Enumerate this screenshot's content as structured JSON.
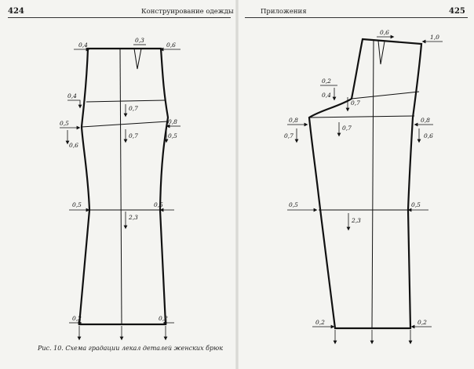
{
  "left_page": {
    "page_number": "424",
    "running_head": "Конструирование одежды",
    "caption": "Рис. 10. Схема градации лекал деталей женских брюк",
    "labels": {
      "top_left": "0,4",
      "top_mid": "0,3",
      "top_right": "0,6",
      "hip_left": "0,4",
      "hip_center": "0,7",
      "crotch_left_a": "0,5",
      "crotch_left_b": "0,6",
      "crotch_center": "0,7",
      "crotch_right_a": "0,8",
      "crotch_right_b": "0,5",
      "knee_left": "0,5",
      "knee_center": "2,3",
      "knee_right": "0,5",
      "hem_left": "0,2",
      "hem_right": "0,2"
    }
  },
  "right_page": {
    "page_number": "425",
    "running_head": "Приложения",
    "labels": {
      "top_mid": "0,6",
      "top_right": "1,0",
      "waist_left_a": "0,2",
      "waist_left_b": "0,4",
      "hip_center": "0,7",
      "crotch_left_a": "0,8",
      "crotch_left_b": "0,7",
      "crotch_center": "0,7",
      "crotch_right_a": "0,8",
      "crotch_right_b": "0,6",
      "knee_left": "0,5",
      "knee_center": "2,3",
      "knee_right": "0,5",
      "hem_left": "0,2",
      "hem_right": "0,2"
    }
  }
}
